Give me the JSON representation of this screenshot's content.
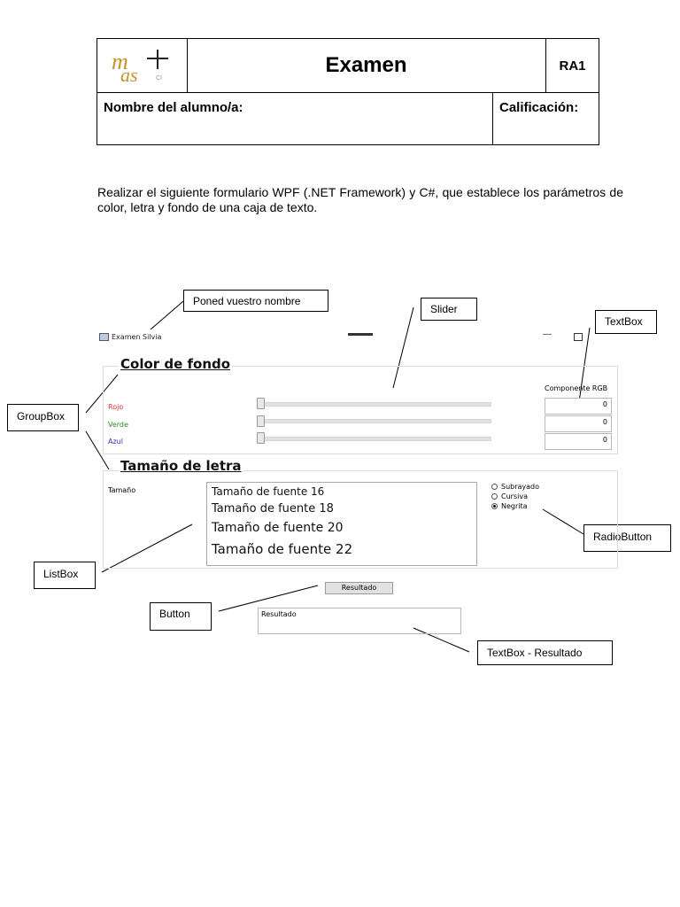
{
  "header": {
    "logo_text": "mas+ CI",
    "title": "Examen",
    "code": "RA1",
    "name_label": "Nombre del alumno/a:",
    "grade_label": "Calificación:"
  },
  "instructions": "Realizar el siguiente formulario WPF (.NET Framework) y C#, que establece los parámetros de color, letra y fondo de una caja de texto.",
  "callouts": {
    "name": "Poned vuestro nombre",
    "slider": "Slider",
    "textbox": "TextBox",
    "groupbox": "GroupBox",
    "listbox": "ListBox",
    "radiobutton": "RadioButton",
    "button": "Button",
    "textbox_result": "TextBox - Resultado"
  },
  "window": {
    "title": "Examen Silvia",
    "minimize": "—",
    "color_group": {
      "header": "Color de fondo",
      "rgb_label": "Componente RGB",
      "rows": [
        {
          "label": "Rojo",
          "color": "#e03030",
          "value": "0",
          "slider_value": 0
        },
        {
          "label": "Verde",
          "color": "#2a8a2a",
          "value": "0",
          "slider_value": 0
        },
        {
          "label": "Azul",
          "color": "#3030c0",
          "value": "0",
          "slider_value": 0
        }
      ]
    },
    "font_group": {
      "header": "Tamaño de letra",
      "size_label": "Tamaño",
      "list_items": [
        "Tamaño de fuente 16",
        "Tamaño de fuente 18",
        "Tamaño de fuente 20",
        "Tamaño de fuente 22"
      ],
      "radios": [
        {
          "label": "Subrayado",
          "checked": false
        },
        {
          "label": "Cursiva",
          "checked": false
        },
        {
          "label": "Negrita",
          "checked": true
        }
      ]
    },
    "button_label": "Resultado",
    "result_text": "Resultado"
  }
}
